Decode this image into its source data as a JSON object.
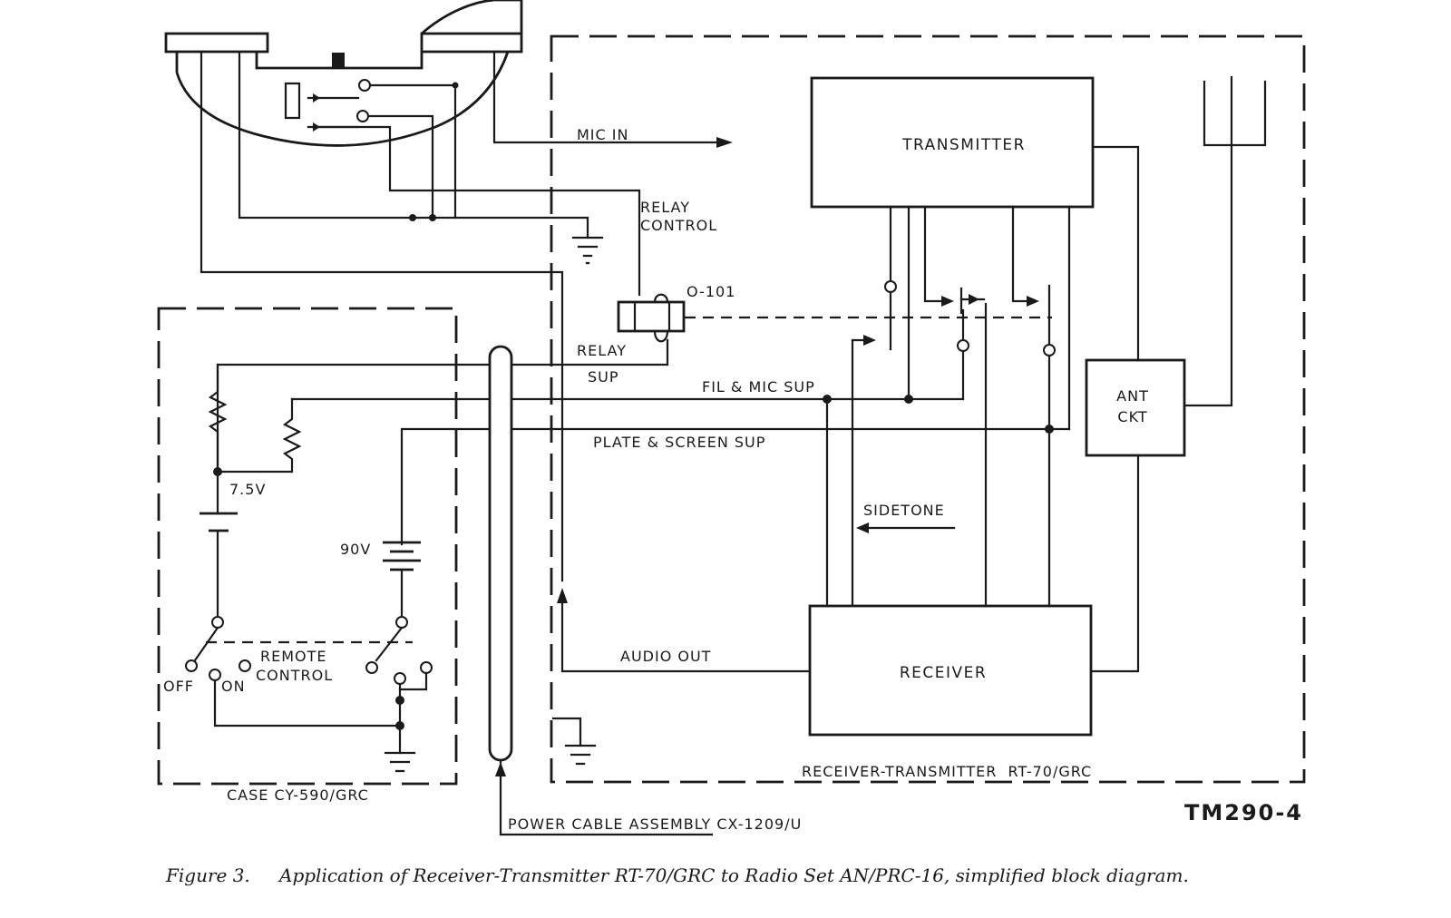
{
  "figure": {
    "id": "TM290-4",
    "caption_number": "Figure 3.",
    "caption_text": "Application of Receiver-Transmitter RT-70/GRC to Radio Set AN/PRC-16, simplified block diagram."
  },
  "blocks": {
    "transmitter": "TRANSMITTER",
    "receiver": "RECEIVER",
    "ant_ckt_line1": "ANT",
    "ant_ckt_line2": "CKT"
  },
  "labels": {
    "mic_in": "MIC IN",
    "relay_control_line1": "RELAY",
    "relay_control_line2": "CONTROL",
    "relay_id": "O-101",
    "relay_sup_line1": "RELAY",
    "relay_sup_line2": "SUP",
    "fil_mic_sup": "FIL & MIC SUP",
    "plate_screen_sup": "PLATE & SCREEN SUP",
    "sidetone": "SIDETONE",
    "audio_out": "AUDIO OUT",
    "voltage_7_5": "7.5V",
    "voltage_90": "90V",
    "remote_control_line1": "REMOTE",
    "remote_control_line2": "CONTROL",
    "off": "OFF",
    "on": "ON",
    "case": "CASE CY-590/GRC",
    "rt_unit": "RECEIVER-TRANSMITTER  RT-70/GRC",
    "power_cable": "POWER CABLE ASSEMBLY CX-1209/U"
  }
}
